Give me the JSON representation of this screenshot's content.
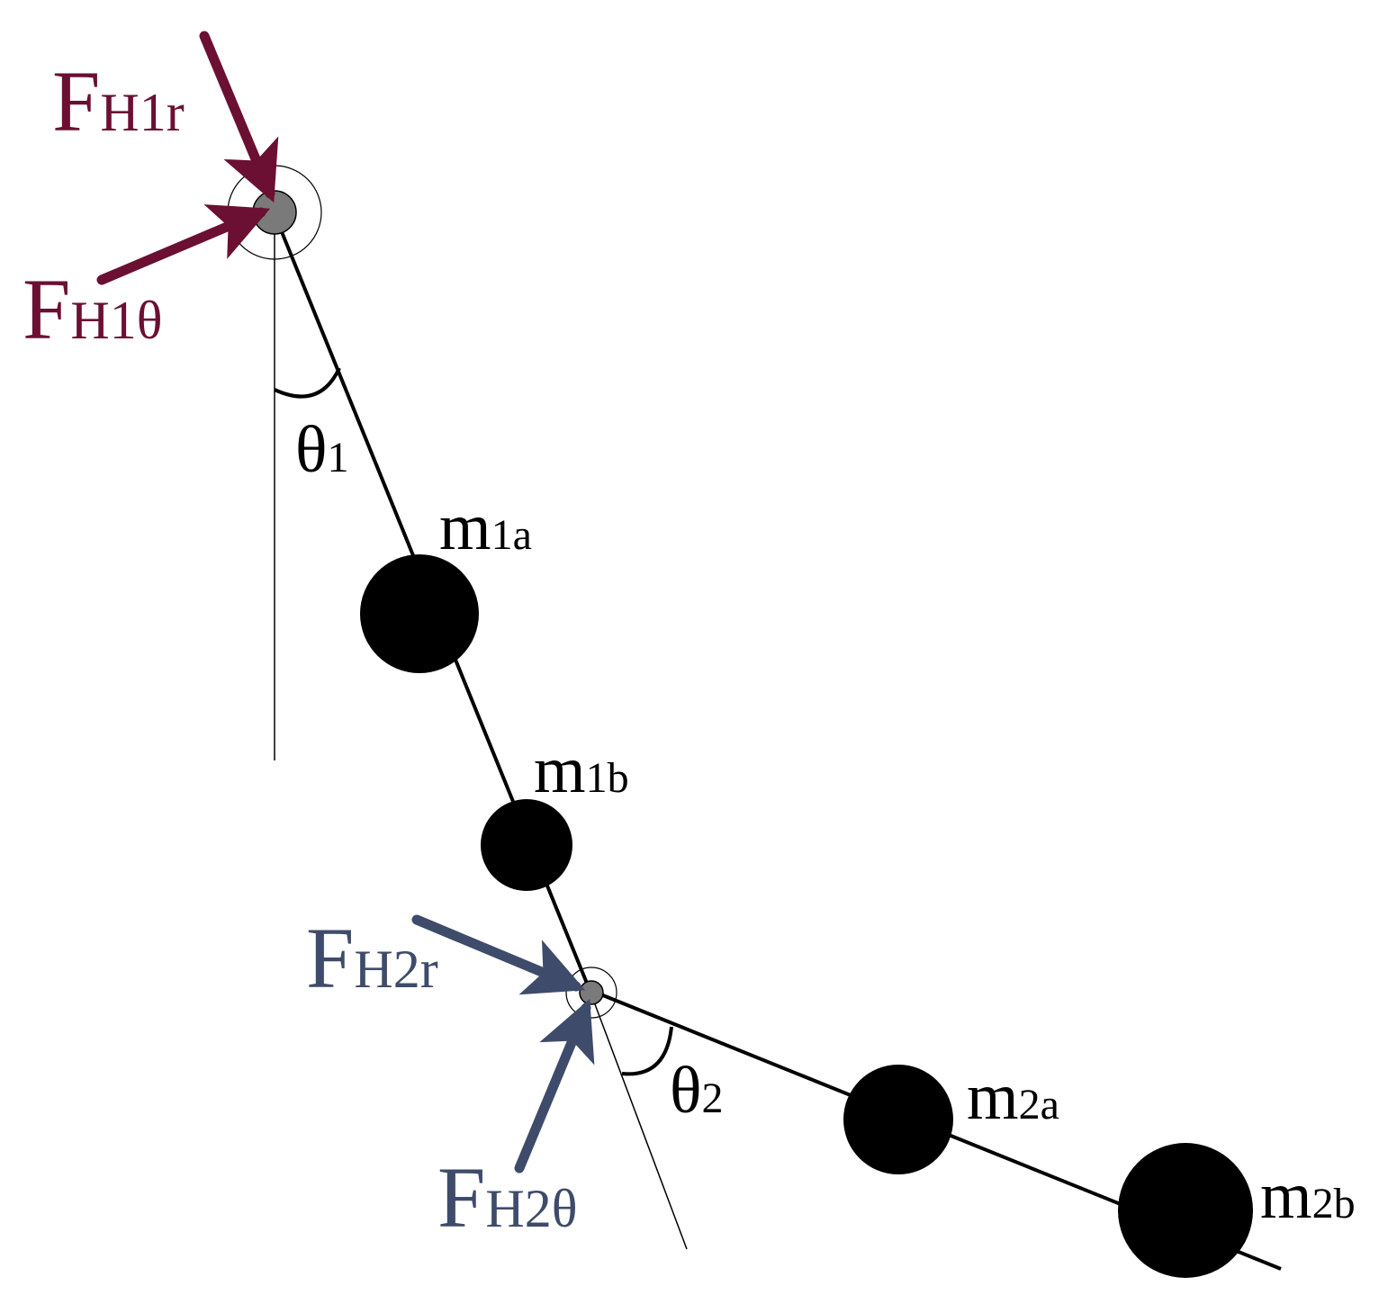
{
  "colors": {
    "force_hip1": "#6b0f33",
    "force_hip2": "#3f4b6a",
    "link": "#000000",
    "joint": "#7a7a7a",
    "mass": "#000000"
  },
  "labels": {
    "f_h1r": {
      "base": "F",
      "sub": "H1r"
    },
    "f_h1t": {
      "base": "F",
      "sub": "H1θ"
    },
    "f_h2r": {
      "base": "F",
      "sub": "H2r"
    },
    "f_h2t": {
      "base": "F",
      "sub": "H2θ"
    },
    "theta1": {
      "base": "θ",
      "sub": "1"
    },
    "theta2": {
      "base": "θ",
      "sub": "2"
    },
    "m1a": {
      "base": "m",
      "sub": "1a"
    },
    "m1b": {
      "base": "m",
      "sub": "1b"
    },
    "m2a": {
      "base": "m",
      "sub": "2a"
    },
    "m2b": {
      "base": "m",
      "sub": "2b"
    }
  }
}
